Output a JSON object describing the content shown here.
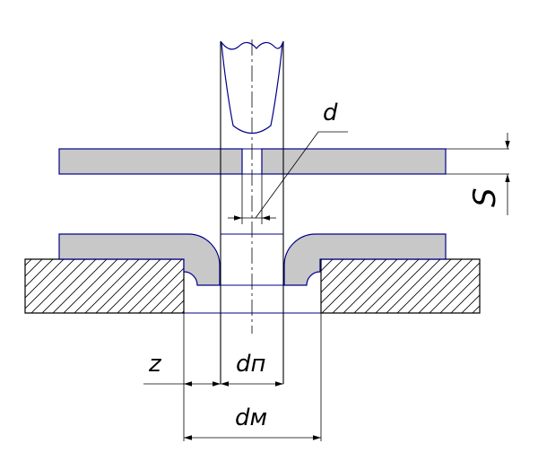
{
  "labels": {
    "d": "d",
    "s": "S",
    "z": "z",
    "dp": "dп",
    "dm": "dм"
  },
  "colors": {
    "part_fill": "#c8c8c8",
    "outline": "#00008b",
    "dimension": "#000000",
    "hatch": "#000000",
    "background": "#ffffff"
  }
}
